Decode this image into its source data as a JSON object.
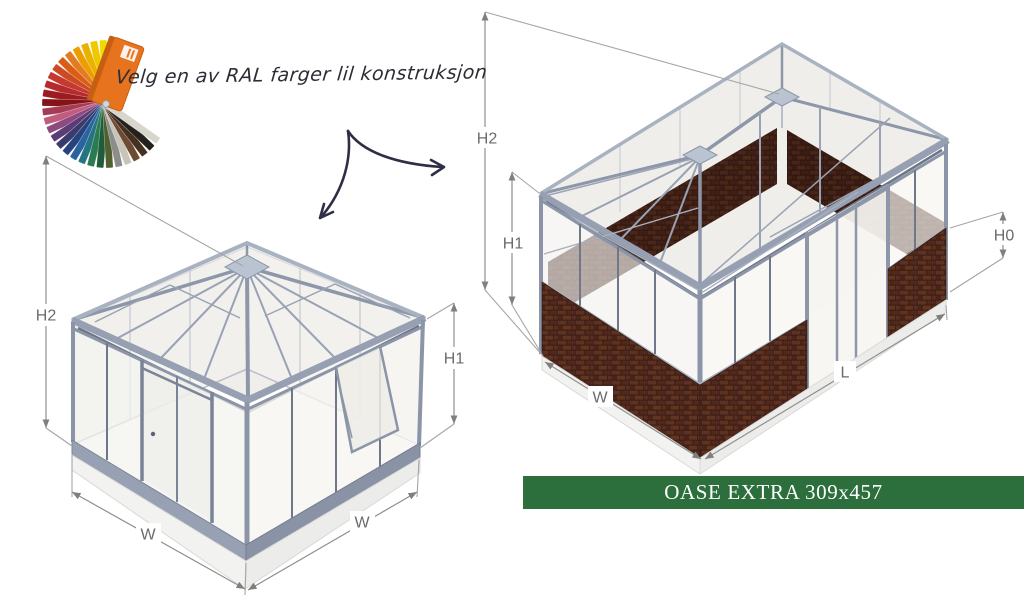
{
  "ral_note": {
    "text": "Velg en av RAL farger lil konstruksjon"
  },
  "fan": {
    "cover_color": "#e8731f",
    "blade_colors": [
      "#d3d800",
      "#f1dc00",
      "#f0c800",
      "#eab200",
      "#ec9d00",
      "#e27b22",
      "#d95e12",
      "#cc4b24",
      "#c63931",
      "#b52a2c",
      "#9b1b20",
      "#841317",
      "#a63b55",
      "#c05c7d",
      "#8c4a7e",
      "#5c3c77",
      "#3a3a6d",
      "#25447e",
      "#2a64a0",
      "#247581",
      "#2a7a52",
      "#1f5c3a",
      "#50602f",
      "#8a8d89",
      "#c9c4b8",
      "#6e4a33",
      "#46301f",
      "#24201c",
      "#d8d5cd"
    ]
  },
  "left_drawing": {
    "labels": {
      "h2": "H2",
      "h1": "H1",
      "w_left": "W",
      "w_right": "W"
    }
  },
  "right_drawing": {
    "labels": {
      "h2": "H2",
      "h1": "H1",
      "h0": "H0",
      "w": "W",
      "l": "L"
    }
  },
  "banner": {
    "label": "OASE EXTRA 309x457",
    "bg": "#2c6e3c",
    "fg": "#ffffff"
  },
  "palette": {
    "frame": "#96a0b2",
    "frame_dark": "#6d7687",
    "glass": "#f3f2ee",
    "brick": "#45221a",
    "dimension_line": "#8f8f8f",
    "ink": "#2e2e45"
  }
}
